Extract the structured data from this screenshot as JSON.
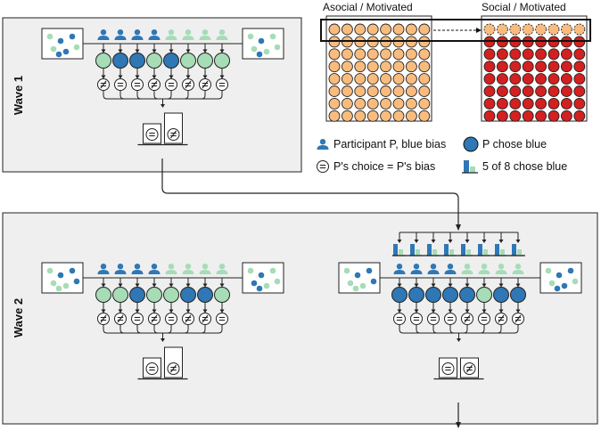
{
  "waves": [
    {
      "label": "Wave 1"
    },
    {
      "label": "Wave 2"
    }
  ],
  "grid_titles": {
    "asocial": "Asocial / Motivated",
    "social": "Social / Motivated"
  },
  "legend": [
    {
      "icon": "participant-icon",
      "text": "Participant P, blue bias"
    },
    {
      "icon": "blue-choice-circle-icon",
      "text": "P chose blue"
    },
    {
      "icon": "equal-choice-icon",
      "text": "P's choice = P's bias"
    },
    {
      "icon": "mini-bar-chart-icon",
      "text": "5 of 8 chose blue"
    }
  ],
  "colors": {
    "blue": "#2f77b5",
    "green": "#a6dcb6",
    "orange": "#f9bc7e",
    "red": "#d32020",
    "panel": "#efefef",
    "stroke": "#222222"
  },
  "groups": [
    {
      "id": "wave1",
      "bias": [
        "blue",
        "blue",
        "blue",
        "blue",
        "green",
        "green",
        "green",
        "green"
      ],
      "choice": [
        "green",
        "blue",
        "blue",
        "green",
        "blue",
        "green",
        "green",
        "green"
      ],
      "match": [
        false,
        true,
        true,
        false,
        true,
        false,
        false,
        true
      ],
      "outcome_tall": "nonmatch"
    },
    {
      "id": "wave2-left",
      "bias": [
        "blue",
        "blue",
        "blue",
        "blue",
        "green",
        "green",
        "green",
        "green"
      ],
      "choice": [
        "green",
        "green",
        "blue",
        "green",
        "green",
        "blue",
        "blue",
        "green"
      ],
      "match": [
        false,
        false,
        true,
        false,
        true,
        false,
        false,
        true
      ],
      "outcome_tall": "nonmatch"
    },
    {
      "id": "wave2-right",
      "bias": [
        "blue",
        "blue",
        "blue",
        "blue",
        "green",
        "green",
        "green",
        "green"
      ],
      "choice": [
        "blue",
        "blue",
        "blue",
        "blue",
        "blue",
        "green",
        "blue",
        "blue"
      ],
      "match": [
        true,
        true,
        true,
        true,
        false,
        true,
        false,
        false
      ],
      "outcome_tall": "none"
    }
  ],
  "urns": {
    "wave1_left": [
      "green",
      "blue",
      "blue",
      "green",
      "blue",
      "green",
      "blue"
    ],
    "wave1_right": [
      "green",
      "blue",
      "green",
      "green",
      "green",
      "green",
      "blue"
    ],
    "wave2_left_a": [
      "green",
      "blue",
      "blue",
      "green",
      "green",
      "blue",
      "green"
    ],
    "wave2_left_b": [
      "green",
      "blue",
      "green",
      "blue",
      "green",
      "green",
      "blue"
    ],
    "wave2_right_a": [
      "green",
      "blue",
      "blue",
      "green",
      "green",
      "blue",
      "green"
    ],
    "wave2_right_b": [
      "green",
      "blue",
      "blue",
      "green",
      "blue",
      "green",
      "blue"
    ]
  }
}
